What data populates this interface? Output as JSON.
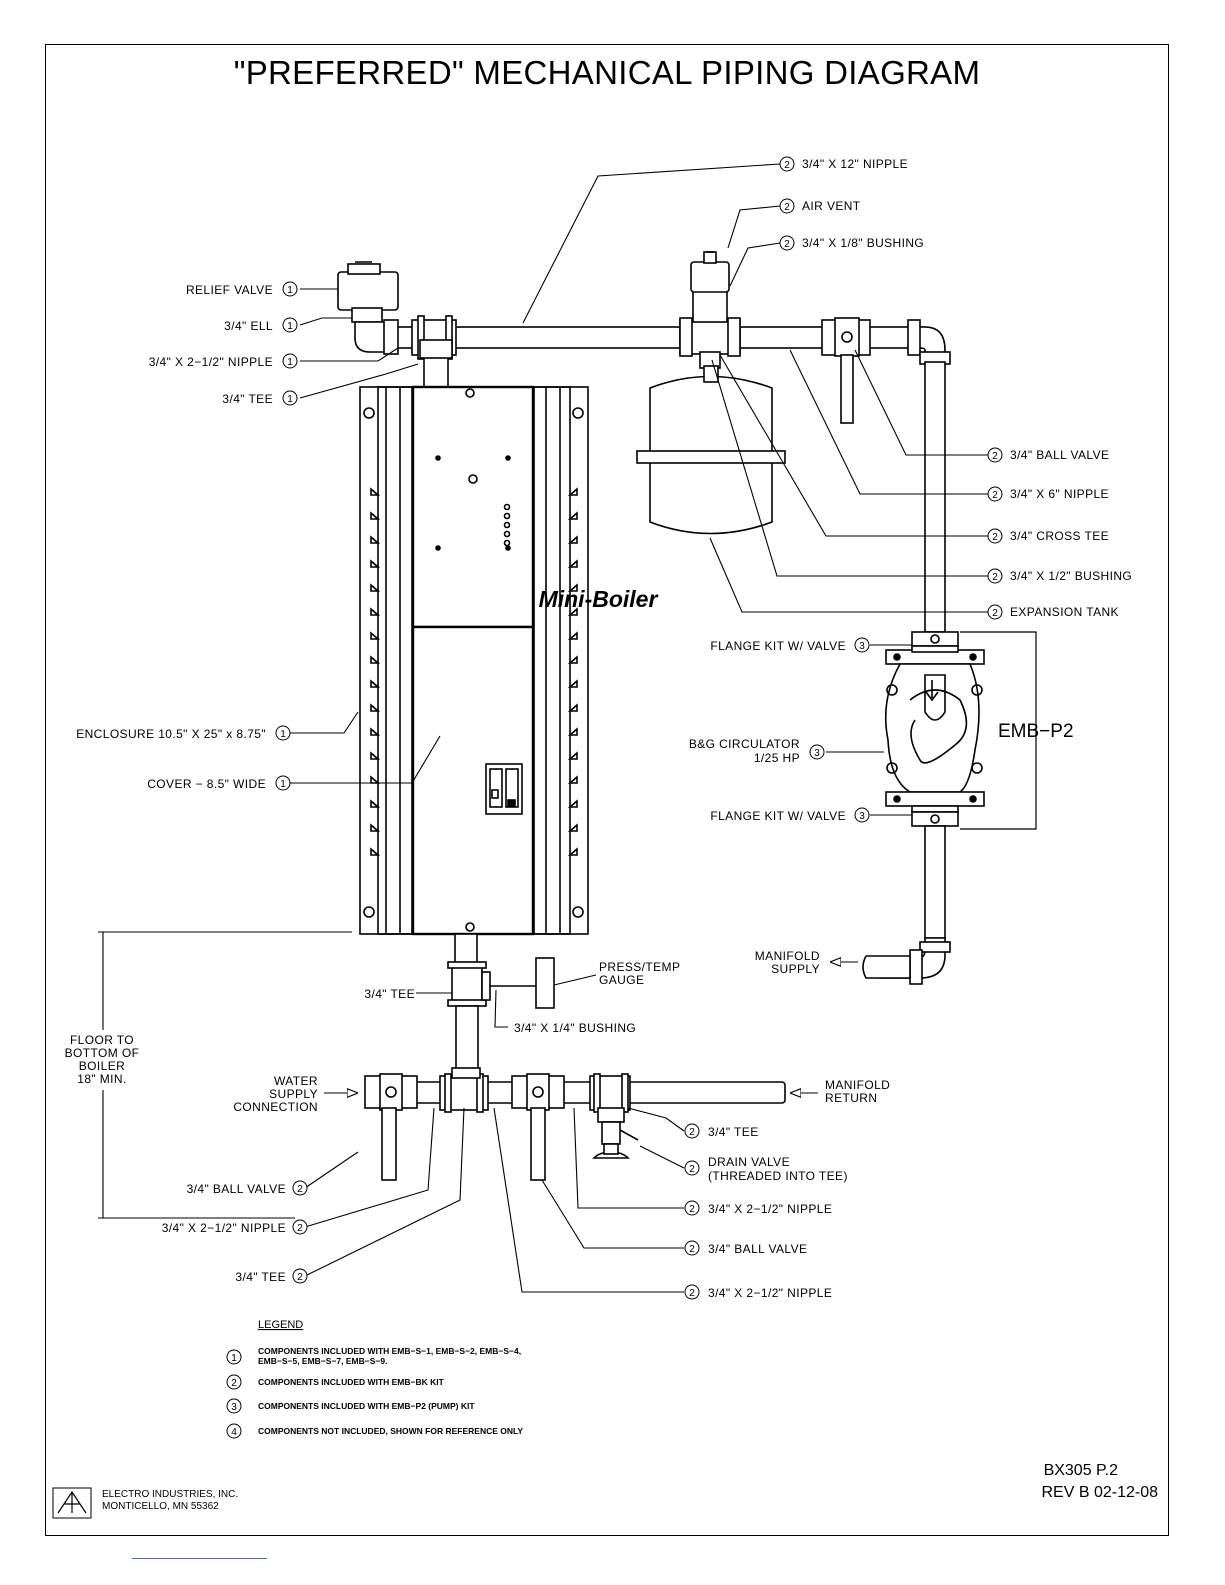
{
  "title": "\"PREFERRED\" MECHANICAL PIPING DIAGRAM",
  "boiler_label": "Mini-Boiler",
  "emb_p2_label": "EMB−P2",
  "floor_note": [
    "FLOOR TO",
    "BOTTOM OF",
    "BOILER",
    "18\" MIN."
  ],
  "callouts": {
    "nipple_12": {
      "num": "2",
      "text": "3/4\" X 12\" NIPPLE"
    },
    "air_vent": {
      "num": "2",
      "text": "AIR VENT"
    },
    "bushing_18": {
      "num": "2",
      "text": "3/4\" X 1/8\" BUSHING"
    },
    "relief_valve": {
      "num": "1",
      "text": "RELIEF VALVE"
    },
    "ell": {
      "num": "1",
      "text": "3/4\" ELL"
    },
    "nipple_2half_top": {
      "num": "1",
      "text": "3/4\" X 2−1/2\" NIPPLE"
    },
    "tee_top": {
      "num": "1",
      "text": "3/4\" TEE"
    },
    "ball_valve_top": {
      "num": "2",
      "text": "3/4\" BALL VALVE"
    },
    "nipple_6": {
      "num": "2",
      "text": "3/4\" X 6\" NIPPLE"
    },
    "cross_tee": {
      "num": "2",
      "text": "3/4\" CROSS TEE"
    },
    "bushing_12": {
      "num": "2",
      "text": "3/4\" X 1/2\" BUSHING"
    },
    "expansion_tank": {
      "num": "2",
      "text": "EXPANSION TANK"
    },
    "flange_top": {
      "num": "3",
      "text": "FLANGE KIT W/ VALVE"
    },
    "circulator": {
      "num": "3",
      "line1": "B&G CIRCULATOR",
      "line2": "1/25 HP"
    },
    "flange_bottom": {
      "num": "3",
      "text": "FLANGE KIT W/ VALVE"
    },
    "enclosure": {
      "num": "1",
      "text": "ENCLOSURE 10.5\" X 25\" x 8.75\""
    },
    "cover": {
      "num": "1",
      "text": "COVER − 8.5\" WIDE"
    },
    "manifold_supply": [
      "MANIFOLD",
      "SUPPLY"
    ],
    "press_temp": [
      "PRESS/TEMP",
      "GAUGE"
    ],
    "tee_gauge": "3/4\" TEE",
    "bushing_14": "3/4\" X 1/4\" BUSHING",
    "water_supply": [
      "WATER",
      "SUPPLY",
      "CONNECTION"
    ],
    "manifold_return": [
      "MANIFOLD",
      "RETURN"
    ],
    "ball_valve_left": {
      "num": "2",
      "text": "3/4\" BALL VALVE"
    },
    "nipple_left": {
      "num": "2",
      "text": "3/4\" X 2−1/2\" NIPPLE"
    },
    "tee_left": {
      "num": "2",
      "text": "3/4\" TEE"
    },
    "tee_right": {
      "num": "2",
      "text": "3/4\" TEE"
    },
    "drain_valve": {
      "num": "2",
      "line1": "DRAIN VALVE",
      "line2": "(THREADED INTO TEE)"
    },
    "nipple_right1": {
      "num": "2",
      "text": "3/4\" X 2−1/2\" NIPPLE"
    },
    "ball_valve_bottom": {
      "num": "2",
      "text": "3/4\" BALL VALVE"
    },
    "nipple_right2": {
      "num": "2",
      "text": "3/4\" X 2−1/2\" NIPPLE"
    }
  },
  "legend": {
    "heading": "LEGEND",
    "items": [
      {
        "num": "1",
        "line1": "COMPONENTS INCLUDED WITH EMB−S−1, EMB−S−2, EMB−S−4,",
        "line2": "EMB−S−5, EMB−S−7, EMB−S−9."
      },
      {
        "num": "2",
        "line1": "COMPONENTS INCLUDED WITH EMB−BK KIT",
        "line2": ""
      },
      {
        "num": "3",
        "line1": "COMPONENTS INCLUDED WITH EMB−P2 (PUMP) KIT",
        "line2": ""
      },
      {
        "num": "4",
        "line1": "COMPONENTS NOT INCLUDED, SHOWN FOR REFERENCE ONLY",
        "line2": ""
      }
    ]
  },
  "company": {
    "name": "ELECTRO INDUSTRIES, INC.",
    "city": "MONTICELLO, MN 55362"
  },
  "doc_id": "BX305 P.2",
  "revision": "REV B 02-12-08"
}
